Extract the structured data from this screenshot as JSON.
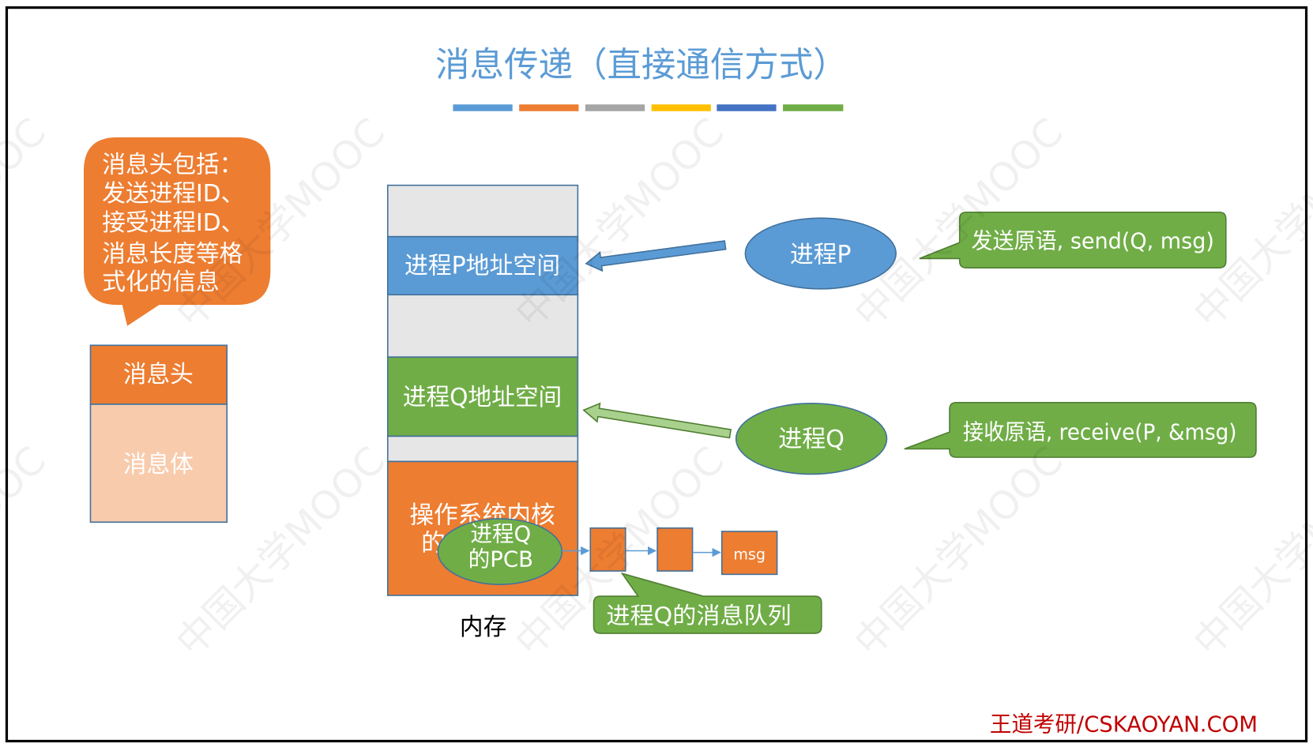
{
  "title": "消息传递（直接通信方式）",
  "colors": {
    "title_blue": "#5B9BD5",
    "orange": "#ED7D31",
    "peach": "#F8CBAD",
    "blue": "#5B9BD5",
    "green": "#70AD47",
    "light_green": "#A9D18E",
    "gray": "#E7E6E6",
    "footer_red": "#C00000"
  },
  "color_strip": [
    "#5B9BD5",
    "#ED7D31",
    "#A5A5A5",
    "#FFC000",
    "#4472C4",
    "#70AD47"
  ],
  "watermark": "中国大学MOOC",
  "header_callout": {
    "lines": [
      "消息头包括：",
      "发送进程ID、",
      "接受进程ID、",
      "消息长度等格",
      "式化的信息"
    ]
  },
  "message": {
    "header": "消息头",
    "body": "消息体"
  },
  "memory": {
    "label": "内存",
    "p_space": "进程P地址空间",
    "q_space": "进程Q地址空间",
    "kernel_lines": [
      "操作系统内核",
      "的"
    ]
  },
  "pcb": {
    "lines": [
      "进程Q",
      "的PCB"
    ]
  },
  "queue": {
    "msg": "msg",
    "callout": "进程Q的消息队列"
  },
  "process_p": {
    "label": "进程P",
    "callout": "发送原语, send(Q, msg)"
  },
  "process_q": {
    "label": "进程Q",
    "callout": "接收原语, receive(P, &msg)"
  },
  "footer": "王道考研/CSKAOYAN.COM"
}
